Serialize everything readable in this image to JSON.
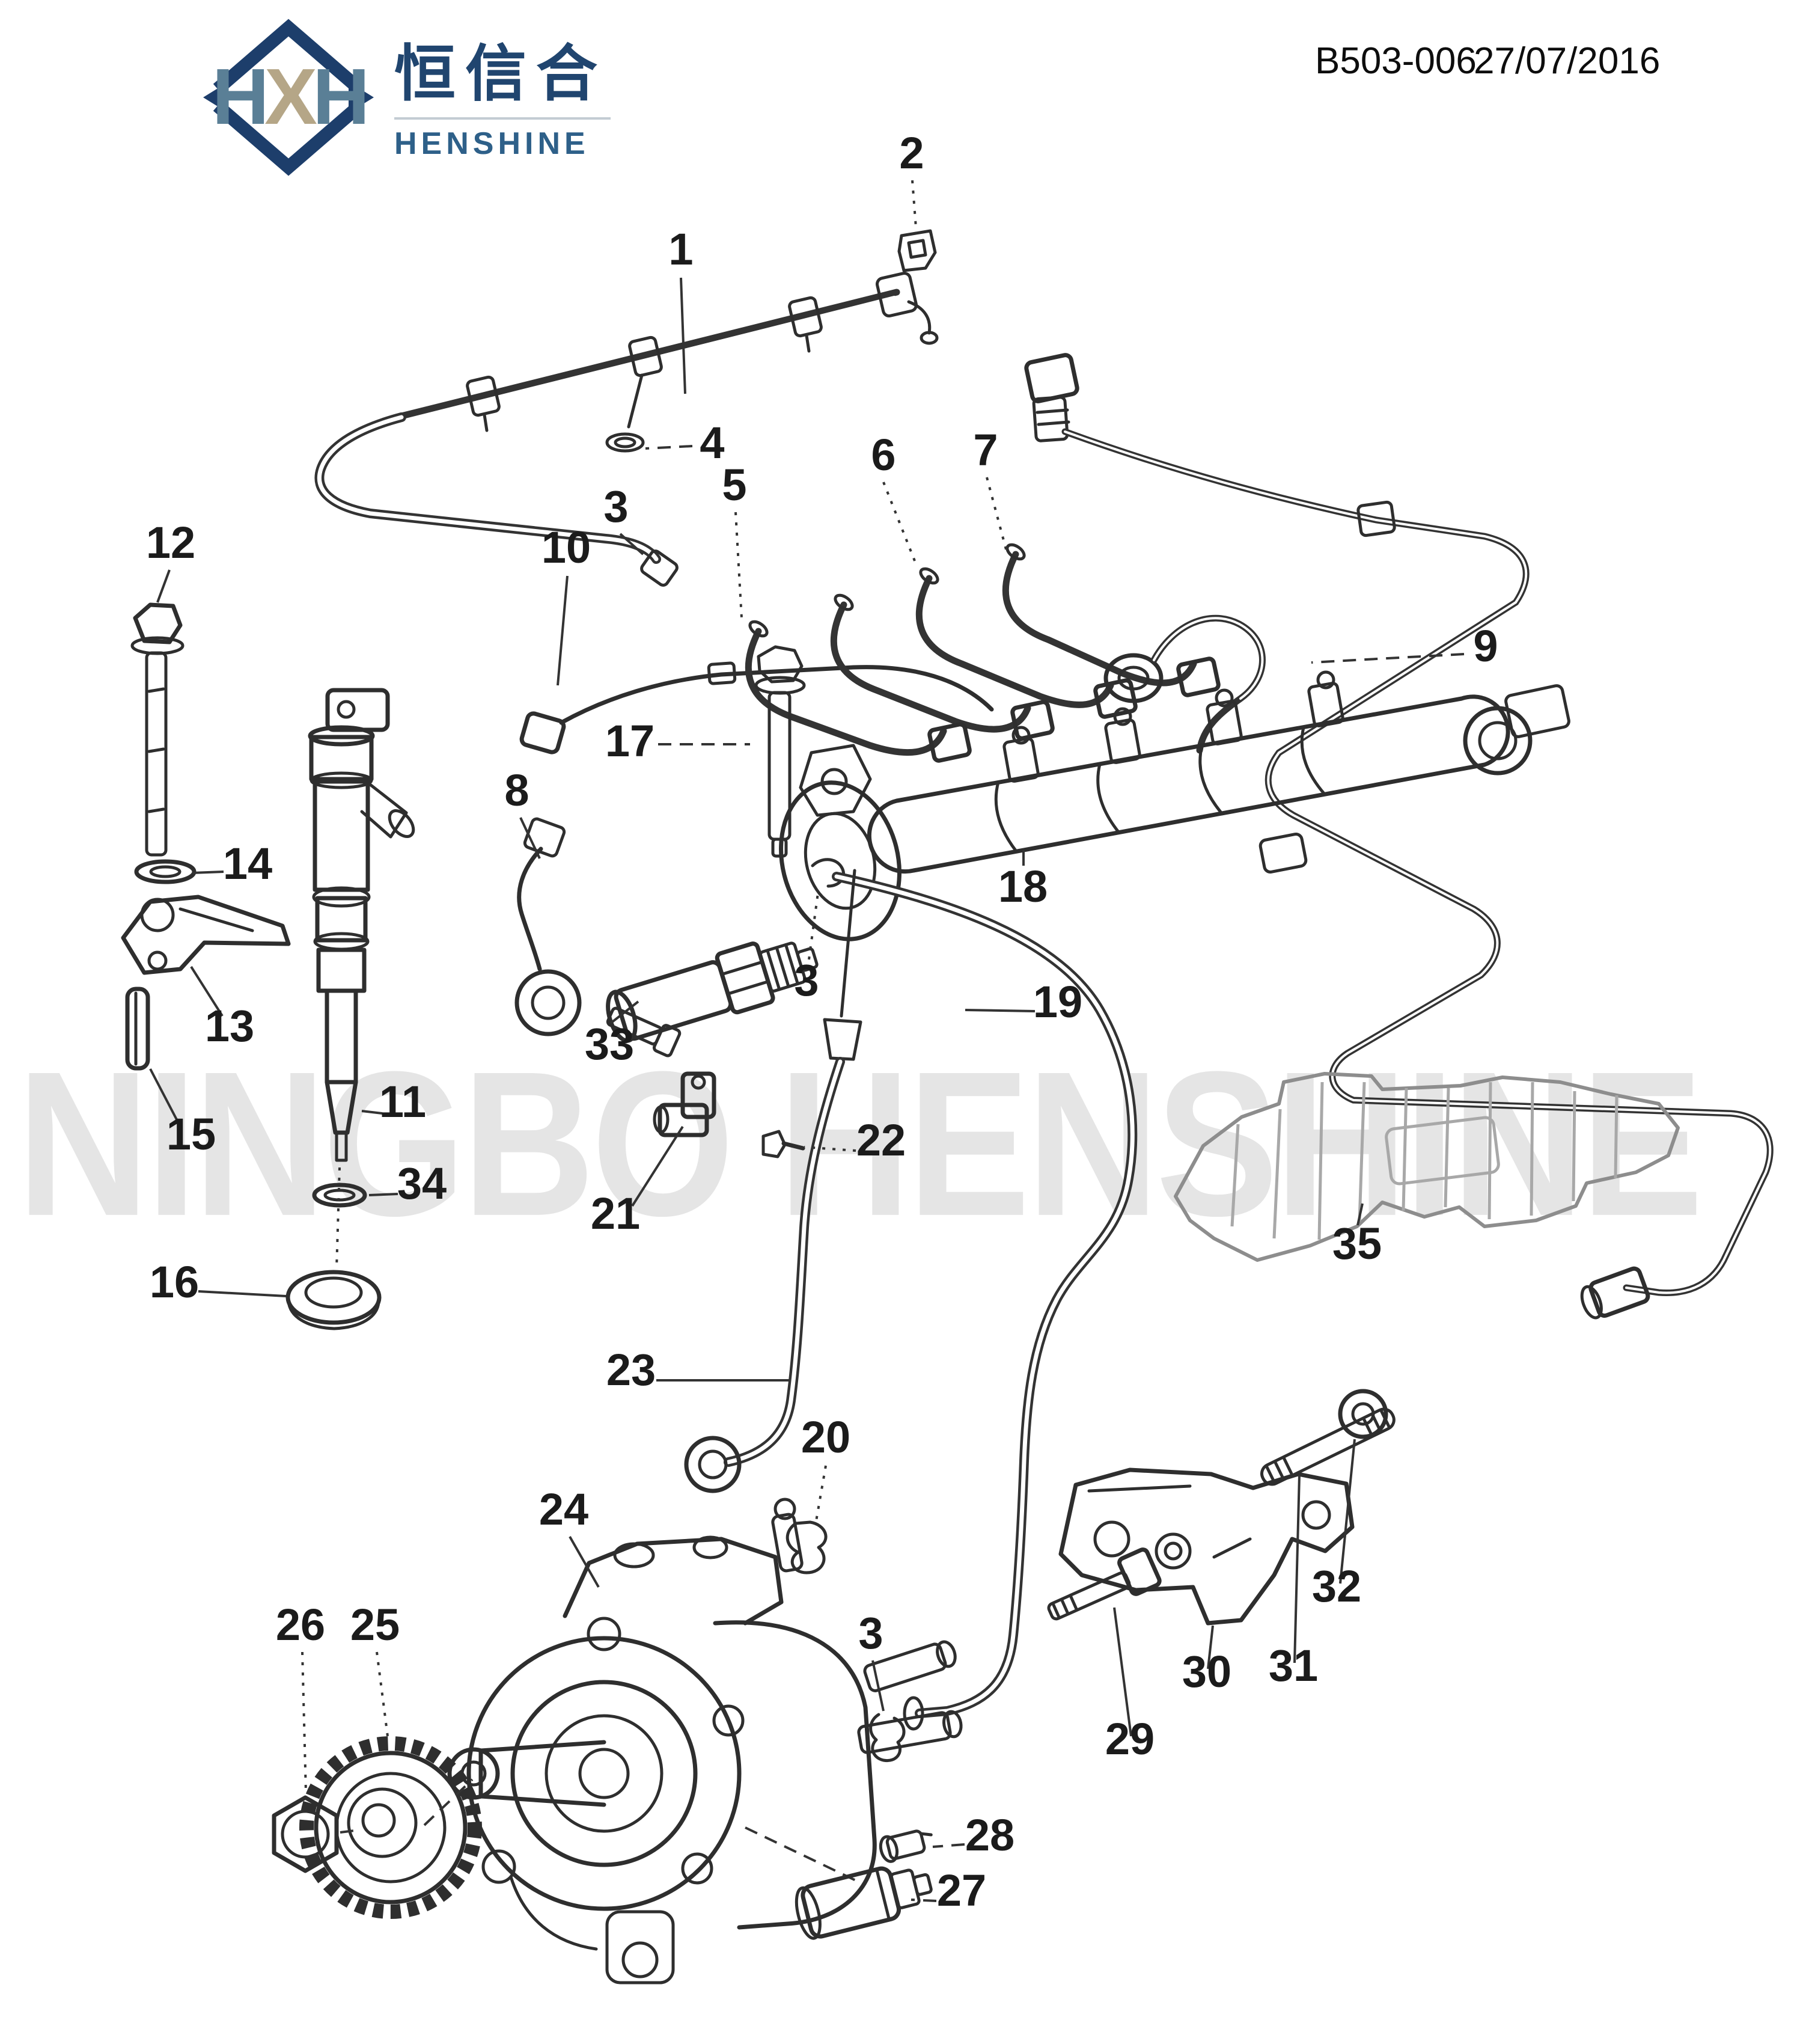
{
  "header": {
    "doc_number": "B503-006",
    "date": "27/07/2016"
  },
  "logo": {
    "monogram_letters": [
      "H",
      "X",
      "H"
    ],
    "chinese": "恒信合",
    "name": "HENSHINE"
  },
  "watermark": {
    "text": "NINGBO HENSHINE"
  },
  "diagram": {
    "description_hint": "exploded parts diagram of diesel fuel injection system: leak-off pipe, injection pipes, fuel rail, injector, high-pressure pump, hoses, brackets",
    "callouts": [
      {
        "label": "1"
      },
      {
        "label": "2"
      },
      {
        "label": "4"
      },
      {
        "label": "3"
      },
      {
        "label": "5"
      },
      {
        "label": "6"
      },
      {
        "label": "7"
      },
      {
        "label": "12"
      },
      {
        "label": "10"
      },
      {
        "label": "9"
      },
      {
        "label": "17"
      },
      {
        "label": "8"
      },
      {
        "label": "14"
      },
      {
        "label": "18"
      },
      {
        "label": "13"
      },
      {
        "label": "33"
      },
      {
        "label": "3"
      },
      {
        "label": "15"
      },
      {
        "label": "11"
      },
      {
        "label": "19"
      },
      {
        "label": "22"
      },
      {
        "label": "21"
      },
      {
        "label": "34"
      },
      {
        "label": "35"
      },
      {
        "label": "16"
      },
      {
        "label": "23"
      },
      {
        "label": "20"
      },
      {
        "label": "24"
      },
      {
        "label": "26"
      },
      {
        "label": "25"
      },
      {
        "label": "3"
      },
      {
        "label": "30"
      },
      {
        "label": "31"
      },
      {
        "label": "32"
      },
      {
        "label": "29"
      },
      {
        "label": "28"
      },
      {
        "label": "27"
      }
    ]
  },
  "colors": {
    "line": "#2e2e2e",
    "watermark": "#e5e5e5",
    "logo_navy": "#1d3e6b",
    "logo_steel": "#5a7f96",
    "logo_tan": "#b5a687",
    "logo_en_text": "#2e6089"
  }
}
